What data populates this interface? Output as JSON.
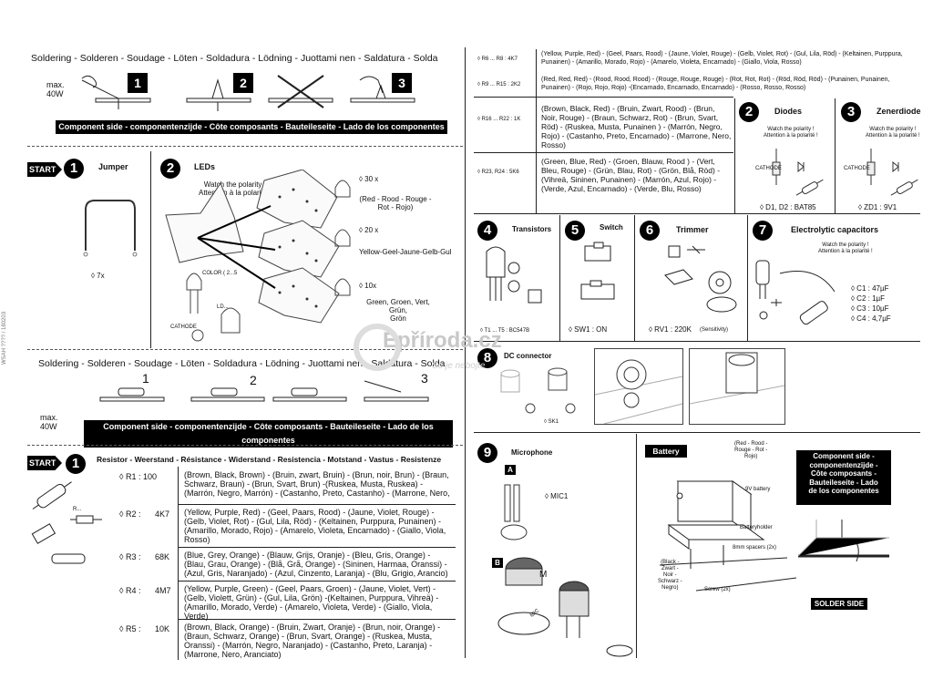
{
  "soldering": {
    "header": "Soldering - Solderen - Soudage - Löten - Soldadura - Lödning - Juottami nen - Saldatura - Solda",
    "max": "max.",
    "watt": "40W",
    "steps": [
      "1",
      "2",
      "3"
    ],
    "component_side": "Component side - componentenzijde - Côte composants - Bauteileseite - Lado de los componentes"
  },
  "start_label": "START",
  "jumper": {
    "num": "1",
    "title": "Jumper",
    "qty": "◊ 7x"
  },
  "leds": {
    "num": "2",
    "title": "LEDs",
    "polarity": "Watch the polarity !\nAttention à la polarité !",
    "red_qty": "◊ 30 x",
    "red_colors": "(Red - Rood - Rouge -\nRot - Rojo)",
    "yellow_qty": "◊ 20 x",
    "yellow_colors": "Yellow-Geel-Jaune-Gelb-Gul",
    "green_qty": "◊ 10x",
    "green_colors": "Green, Groen, Vert, Grün,\nGrön",
    "colour_label": "COLOR ( 2...5",
    "ld_label": "LD...",
    "cathode": "CATHODE"
  },
  "resistor_section": {
    "num": "1",
    "title": "Resistor - Weerstand - Résistance - Widerstand - Resistencia - Motstand - Vastus - Resistenze",
    "r_symbol": "R...",
    "rows": [
      {
        "id": "◊ R1 : 100",
        "value": "",
        "colors": "(Brown, Black, Brown) - (Bruin, zwart, Bruin) - (Brun, noir, Brun) - (Braun, Schwarz, Braun) - (Brun, Svart, Brun) -(Ruskea, Musta, Ruskea) - (Marrón, Negro, Marrón) - (Castanho, Preto, Castanho) - (Marrone, Nero,"
      },
      {
        "id": "◊ R2 :",
        "value": "4K7",
        "colors": "(Yellow, Purple, Red) - (Geel, Paars, Rood) - (Jaune, Violet, Rouge) - (Gelb, Violet, Rot) - (Gul, Lila, Röd) - (Keltainen, Purppura, Punainen) - (Amarillo, Morado, Rojo) - (Amarelo, Violeta, Encarnado) - (Giallo, Viola, Rosso)"
      },
      {
        "id": "◊ R3 :",
        "value": "68K",
        "colors": "(Blue, Grey, Orange) - (Blauw, Grijs, Oranje) - (Bleu, Gris, Orange) - (Blau, Grau, Orange) - (Blå, Grå, Orange) - (Sininen, Harmaa, Oranssi) - (Azul, Gris, Naranjado) - (Azul, Cinzento, Laranja) - (Blu, Grigio, Arancio)"
      },
      {
        "id": "◊ R4 :",
        "value": "4M7",
        "colors": "(Yellow, Purple, Green) - (Geel, Paars, Groen) - (Jaune, Violet, Vert) - (Gelb, Violett, Grün) - (Gul, Lila, Grön) -(Keltainen, Purppura, Vihreä) - (Amarillo, Morado, Verde) - (Amarelo, Violeta, Verde) - (Giallo, Viola, Verde)"
      },
      {
        "id": "◊ R5 :",
        "value": "10K",
        "colors": "(Brown, Black, Orange) - (Bruin, Zwart, Oranje) - (Brun, noir, Orange) - (Braun, Schwarz, Orange) - (Brun, Svart, Orange) - (Ruskea, Musta, Oranssi) - (Marrón, Negro, Naranjado) - (Castanho, Preto, Laranja) - (Marrone, Nero, Aranciato)"
      }
    ]
  },
  "right_resistors": [
    {
      "id": "◊ R6 ... R8 : 4K7",
      "colors": "(Yellow, Purple, Red) - (Geel, Paars, Rood) - (Jaune, Violet, Rouge) - (Gelb, Violet, Rot) - (Gul, Lila, Röd) - (Keltainen, Purppura, Punainen) - (Amarillo, Morado, Rojo) - (Amarelo, Violeta, Encarnado) - (Giallo, Viola, Rosso)"
    },
    {
      "id": "◊ R9 ... R15 : 2K2",
      "colors": "(Red, Red, Red) - (Rood, Rood, Rood) - (Rouge, Rouge, Rouge) - (Rot, Rot, Rot) - (Röd, Röd, Röd) - (Punainen, Punainen, Punainen) - (Rojo, Rojo, Rojo) -(Encarnado, Encarnado, Encarnado) - (Rosso, Rosso, Rosso)"
    },
    {
      "id": "◊ R16 ... R22 : 1K",
      "colors": "(Brown, Black, Red) - (Bruin, Zwart, Rood) - (Brun, Noir, Rouge) - (Braun, Schwarz, Rot) - (Brun, Svart, Röd) - (Ruskea, Musta, Punainen ) - (Marrón, Negro, Rojo) - (Castanho, Preto, Encarnado) - (Marrone, Nero, Rosso)"
    },
    {
      "id": "◊ R23, R24 : 5K6",
      "colors": "(Green, Blue, Red) - (Groen, Blauw, Rood ) - (Vert, Bleu, Rouge) - (Grün, Blau, Rot) - (Grön, Blå, Röd) - (Vihreä, Sininen, Punainen) - (Marrón, Azul, Rojo) -(Verde, Azul, Encarnado) - (Verde, Blu, Rosso)"
    }
  ],
  "diodes": {
    "num": "2",
    "title": "Diodes",
    "polarity": "Watch the polarity !\nAttention à la polarité !",
    "cathode": "CATHODE",
    "parts": "◊ D1, D2 : BAT85"
  },
  "zener": {
    "num": "3",
    "title": "Zenerdiode",
    "polarity": "Watch the polarity !\nAttention à la polarité !",
    "cathode": "CATHODE",
    "parts": "◊ ZD1 : 9V1"
  },
  "transistors": {
    "num": "4",
    "title": "Transistors",
    "parts": "◊ T1 ... T5 : BC547B"
  },
  "switch": {
    "num": "5",
    "title": "Switch",
    "parts": "◊ SW1 : ON"
  },
  "trimmer": {
    "num": "6",
    "title": "Trimmer",
    "parts": "◊ RV1 : 220K",
    "note": "(Sensitivity)"
  },
  "electrolytic": {
    "num": "7",
    "title": "Electrolytic capacitors",
    "polarity": "Watch the polarity !\nAttention à la polarité !",
    "parts": [
      "◊ C1 : 47µF",
      "◊ C2 : 1µF",
      "◊ C3 : 10µF",
      "◊ C4 : 4,7µF"
    ]
  },
  "dc": {
    "num": "8",
    "title": "DC connector",
    "parts": "◊ SK1"
  },
  "microphone": {
    "num": "9",
    "title": "Microphone",
    "a": "A",
    "b": "B",
    "m": "M",
    "mic_label": "MIC",
    "parts": "◊ MIC1"
  },
  "battery": {
    "title": "Battery",
    "red": "(Red - Rood -\nRouge - Rot -\nRojo)",
    "nine_v": "9V battery",
    "holder": "Batteryholder",
    "spacers": "8mm spacers (2x)",
    "screw": "Screw (2x)",
    "black": "(Black -\nZwart -\nNoir -\nSchwarz -\nNegro)",
    "component_side": "Component side -\ncomponentenzijde -\nCôte composants -\nBauteileseite - Lado\nde los componentes",
    "solder_side": "SOLDER SIDE"
  },
  "watermark": {
    "brand": "Epříroda.cz",
    "tagline": "Se je nebojte"
  },
  "side_code": "WSAH ???? / 180203"
}
